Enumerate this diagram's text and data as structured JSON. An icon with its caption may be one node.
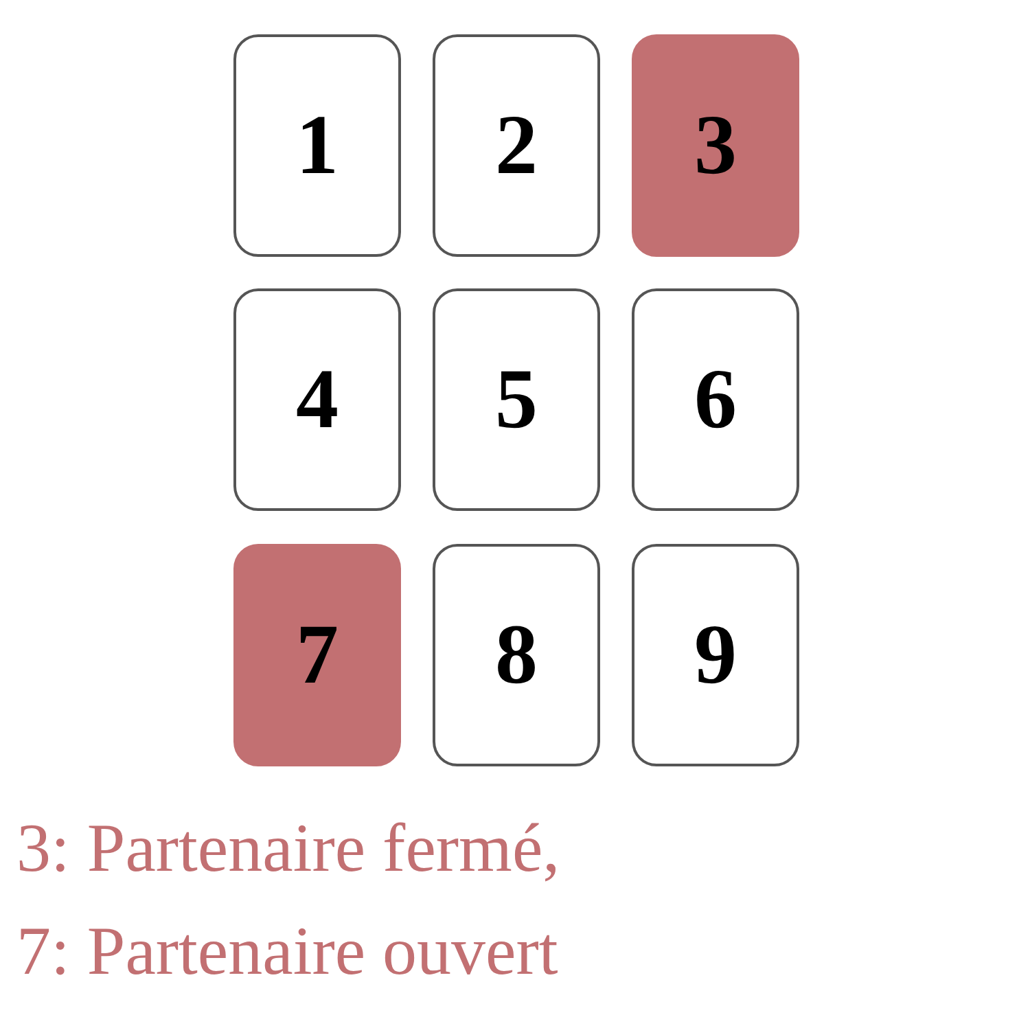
{
  "diagram": {
    "nodes": [
      {
        "text": [
          "1"
        ]
      },
      {
        "text": [
          "2"
        ]
      },
      {
        "text": [
          "3"
        ]
      },
      {
        "text": [
          "4"
        ]
      },
      {
        "text": [
          "5"
        ]
      },
      {
        "text": [
          "6"
        ]
      },
      {
        "text": [
          "7"
        ]
      },
      {
        "text": [
          "8"
        ]
      },
      {
        "text": [
          "9"
        ]
      }
    ],
    "labels": [
      "3: Partenaire fermé,",
      "7: Partenaire ouvert"
    ]
  }
}
